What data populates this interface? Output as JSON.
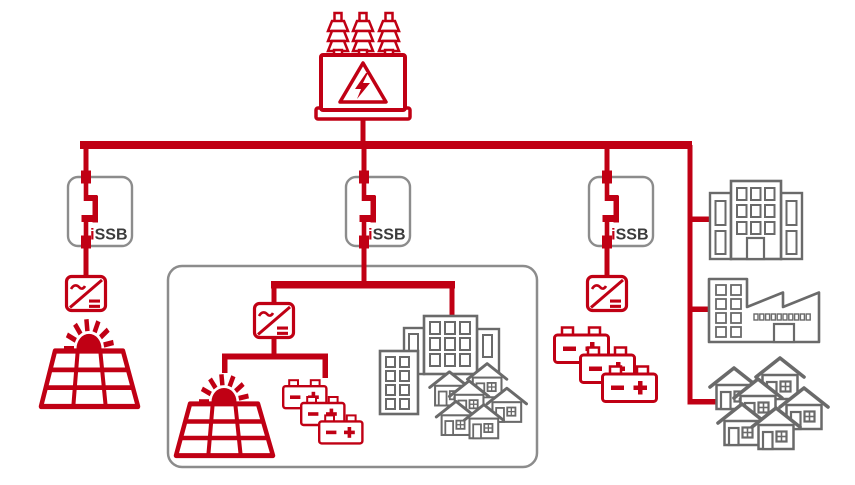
{
  "colors": {
    "accent_red": "#C00014",
    "icon_gray": "#6A6A6A",
    "border_gray": "#8C8C8C",
    "text_dark": "#3B3B3B",
    "background": "#FFFFFF"
  },
  "labels": {
    "issb_prefix": "i",
    "issb_name": "SSB"
  },
  "components": {
    "source": "hv-grid-transformer",
    "breaker_label": "iSSB",
    "branches": [
      {
        "name": "solar-branch",
        "items": [
          "issb-breaker",
          "ac-dc-inverter",
          "solar-array"
        ]
      },
      {
        "name": "microgrid-branch",
        "items": [
          "issb-breaker",
          "ac-dc-inverter",
          "solar-array",
          "battery-storage",
          "city-buildings",
          "houses"
        ]
      },
      {
        "name": "storage-branch",
        "items": [
          "issb-breaker",
          "ac-dc-inverter",
          "battery-storage"
        ]
      },
      {
        "name": "consumer-feeder",
        "items": [
          "office-building",
          "factory",
          "houses"
        ]
      }
    ]
  }
}
